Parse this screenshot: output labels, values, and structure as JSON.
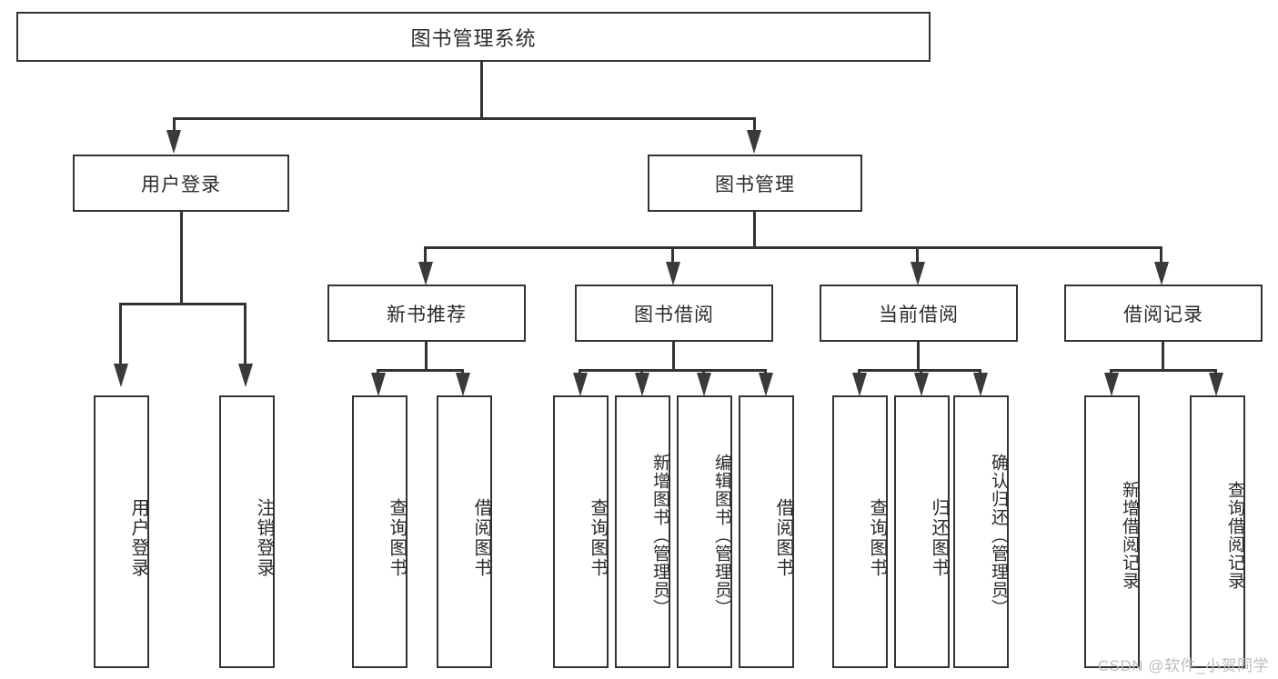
{
  "diagram": {
    "title": "图书管理系统",
    "type": "hierarchy-tree",
    "root": {
      "label": "图书管理系统"
    },
    "level1": [
      {
        "id": "user-login",
        "label": "用户登录"
      },
      {
        "id": "book-management",
        "label": "图书管理"
      }
    ],
    "level2": [
      {
        "id": "new-book-recommend",
        "label": "新书推荐",
        "parent": "book-management"
      },
      {
        "id": "book-borrow",
        "label": "图书借阅",
        "parent": "book-management"
      },
      {
        "id": "current-borrow",
        "label": "当前借阅",
        "parent": "book-management"
      },
      {
        "id": "borrow-record",
        "label": "借阅记录",
        "parent": "book-management"
      }
    ],
    "leaves": [
      {
        "id": "leaf-user-login",
        "label": "用户登录",
        "parent": "user-login"
      },
      {
        "id": "leaf-logout-login",
        "label": "注销登录",
        "parent": "user-login"
      },
      {
        "id": "leaf-query-book-1",
        "label": "查询图书",
        "parent": "new-book-recommend"
      },
      {
        "id": "leaf-borrow-book-1",
        "label": "借阅图书",
        "parent": "new-book-recommend"
      },
      {
        "id": "leaf-query-book-2",
        "label": "查询图书",
        "parent": "book-borrow"
      },
      {
        "id": "leaf-add-book",
        "label": "新增图书（管理员）",
        "parent": "book-borrow"
      },
      {
        "id": "leaf-edit-book",
        "label": "编辑图书（管理员）",
        "parent": "book-borrow"
      },
      {
        "id": "leaf-borrow-book-2",
        "label": "借阅图书",
        "parent": "book-borrow"
      },
      {
        "id": "leaf-query-book-3",
        "label": "查询图书",
        "parent": "current-borrow"
      },
      {
        "id": "leaf-return-book",
        "label": "归还图书",
        "parent": "current-borrow"
      },
      {
        "id": "leaf-confirm-return",
        "label": "确认归还（管理员）",
        "parent": "current-borrow"
      },
      {
        "id": "leaf-add-record",
        "label": "新增借阅记录",
        "parent": "borrow-record"
      },
      {
        "id": "leaf-query-record",
        "label": "查询借阅记录",
        "parent": "borrow-record"
      }
    ]
  },
  "watermark": {
    "text": "CSDN @软件_小贺同学"
  },
  "colors": {
    "stroke": "#333333",
    "arrow": "#3a3a3a",
    "text": "#2b2b2b",
    "background": "#ffffff",
    "watermark": "#bdbdbd"
  }
}
